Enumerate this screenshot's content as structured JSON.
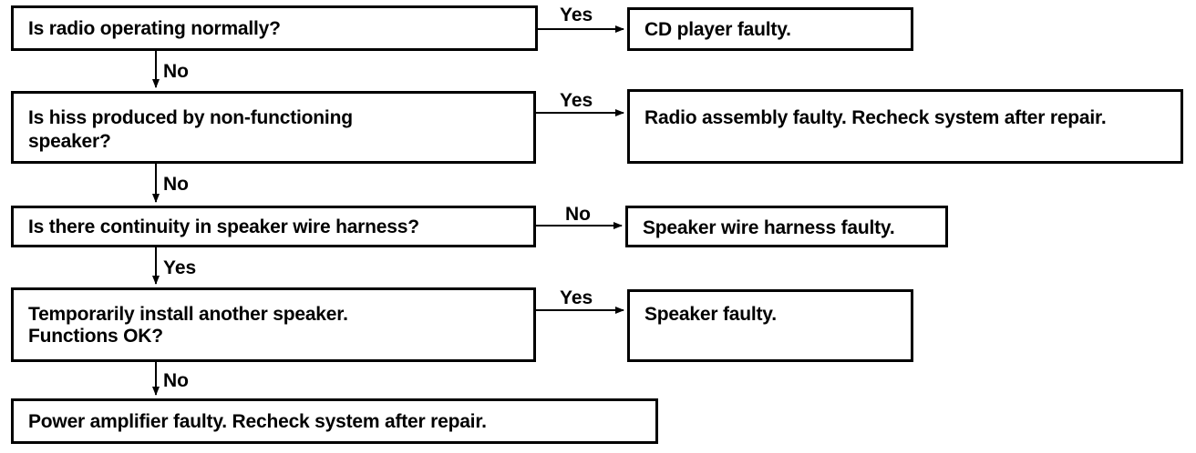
{
  "questions": [
    {
      "lines": [
        "Is radio operating normally?"
      ]
    },
    {
      "lines": [
        "Is hiss produced by non-functioning",
        "speaker?"
      ]
    },
    {
      "lines": [
        "Is there continuity in speaker wire harness?"
      ]
    },
    {
      "lines": [
        "Temporarily install another speaker.",
        "Functions OK?"
      ]
    }
  ],
  "outcomes": [
    {
      "text": "CD player faulty."
    },
    {
      "text": "Radio assembly faulty. Recheck system after repair."
    },
    {
      "text": "Speaker wire harness faulty."
    },
    {
      "text": "Speaker faulty."
    }
  ],
  "final": {
    "text": "Power amplifier faulty. Recheck system after repair."
  },
  "branch_labels": {
    "q1_right": "Yes",
    "q1_down": "No",
    "q2_right": "Yes",
    "q2_down": "No",
    "q3_right": "No",
    "q3_down": "Yes",
    "q4_right": "Yes",
    "q4_down": "No"
  }
}
